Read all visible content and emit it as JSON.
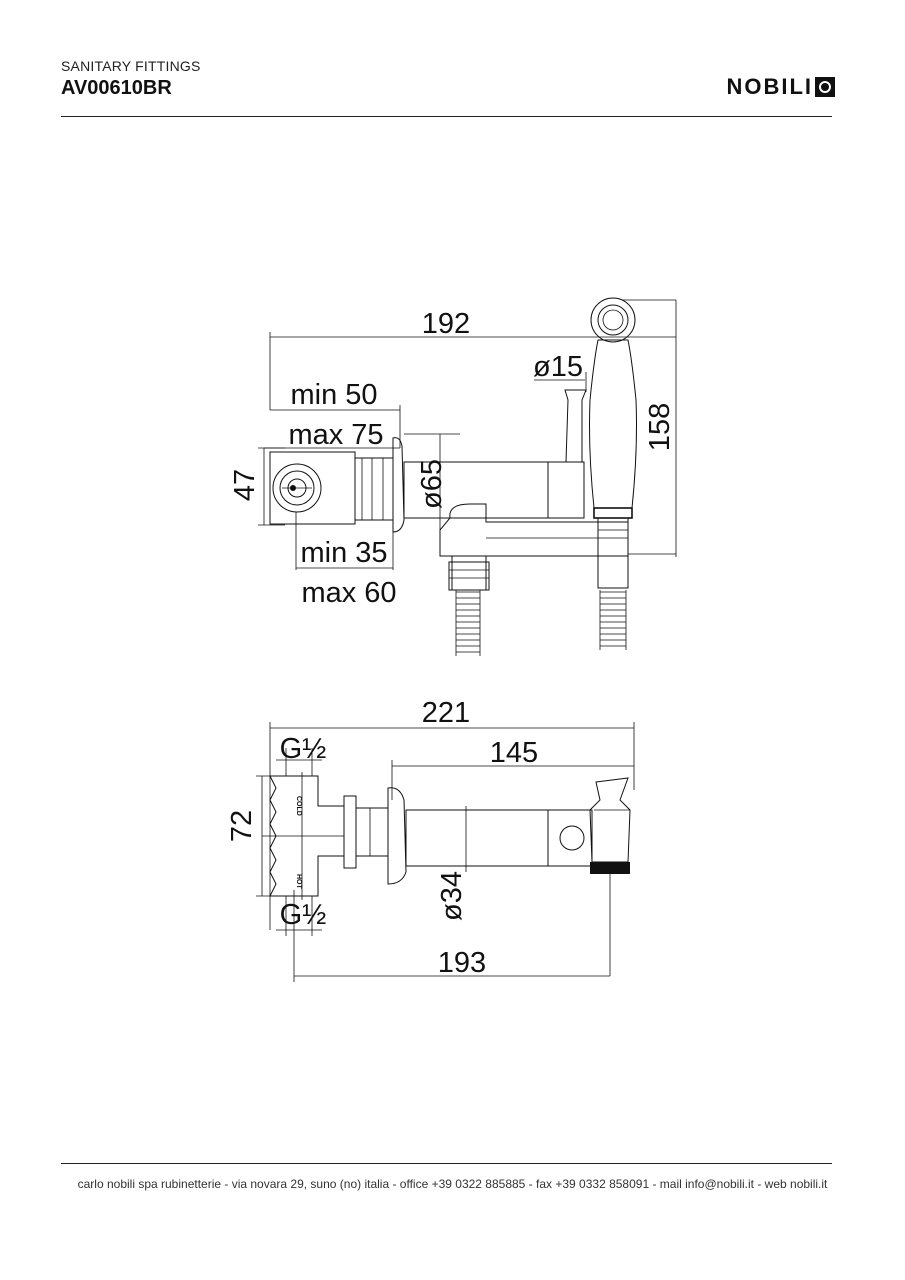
{
  "header": {
    "category": "SANITARY FITTINGS",
    "product_code": "AV00610BR",
    "brand": "NOBILI"
  },
  "drawing_top": {
    "overall_length": "192",
    "wall_depth_min": "min 50",
    "wall_depth_max": "max 75",
    "body_height": "47",
    "diameter_rosette": "ø65",
    "diameter_handle": "ø15",
    "handshower_height": "158",
    "cover_min": "min 35",
    "cover_max": "max 60"
  },
  "drawing_bottom": {
    "overall_length": "221",
    "spout_length": "145",
    "inlet_top": "G½",
    "inlet_bottom": "G½",
    "body_height": "72",
    "diameter_spout": "ø34",
    "projection": "193",
    "label_cold": "COLD",
    "label_hot": "HOT"
  },
  "footer": {
    "text": "carlo nobili spa rubinetterie - via novara 29, suno (no) italia - office +39 0322 885885 - fax +39 0332 858091 - mail info@nobili.it - web nobili.it"
  }
}
